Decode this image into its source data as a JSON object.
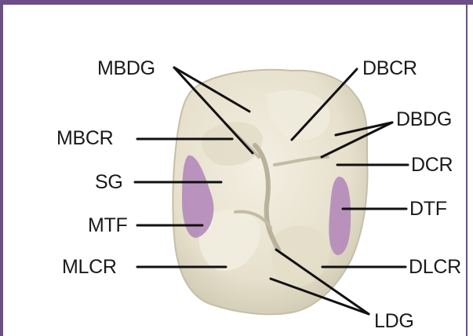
{
  "labels": {
    "mbdg": "MBDG",
    "dbcr": "DBCR",
    "dbdg": "DBDG",
    "mbcr": "MBCR",
    "dcr": "DCR",
    "sg": "SG",
    "dtf": "DTF",
    "mtf": "MTF",
    "mlcr": "MLCR",
    "dlcr": "DLCR",
    "ldg": "LDG"
  },
  "colors": {
    "frame": "#6b4f86",
    "tooth": "#ebe6d5",
    "tooth_shadow": "#c9c2ab",
    "fossa": "#b489ba",
    "leader": "#111111"
  }
}
